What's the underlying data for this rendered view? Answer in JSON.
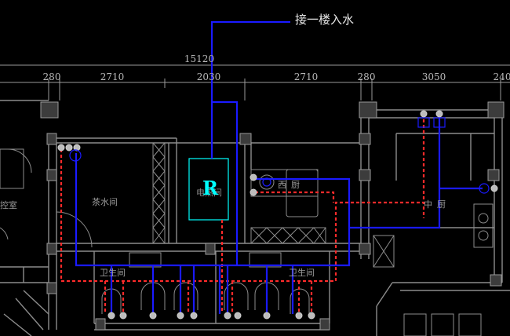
{
  "annotation": {
    "note": "接一楼入水"
  },
  "dimensions": {
    "overall": "15120",
    "segments": [
      "280",
      "2710",
      "2030",
      "2710",
      "280",
      "3050",
      "240"
    ]
  },
  "rooms": {
    "tea_room": "茶水间",
    "heater_room": "电热间",
    "west_kitchen": "西厨",
    "chinese_kitchen": "中厨",
    "toilet_left": "卫生间",
    "toilet_right": "卫生间",
    "left_room_partial": "控室"
  },
  "water_heater": {
    "symbol": "R"
  },
  "colors": {
    "supply_pipe": "#1a1aff",
    "drain_pipe": "#ff2a2a",
    "walls": "#8c8c8c",
    "heater_outline": "#00ffff",
    "background": "#000000"
  }
}
